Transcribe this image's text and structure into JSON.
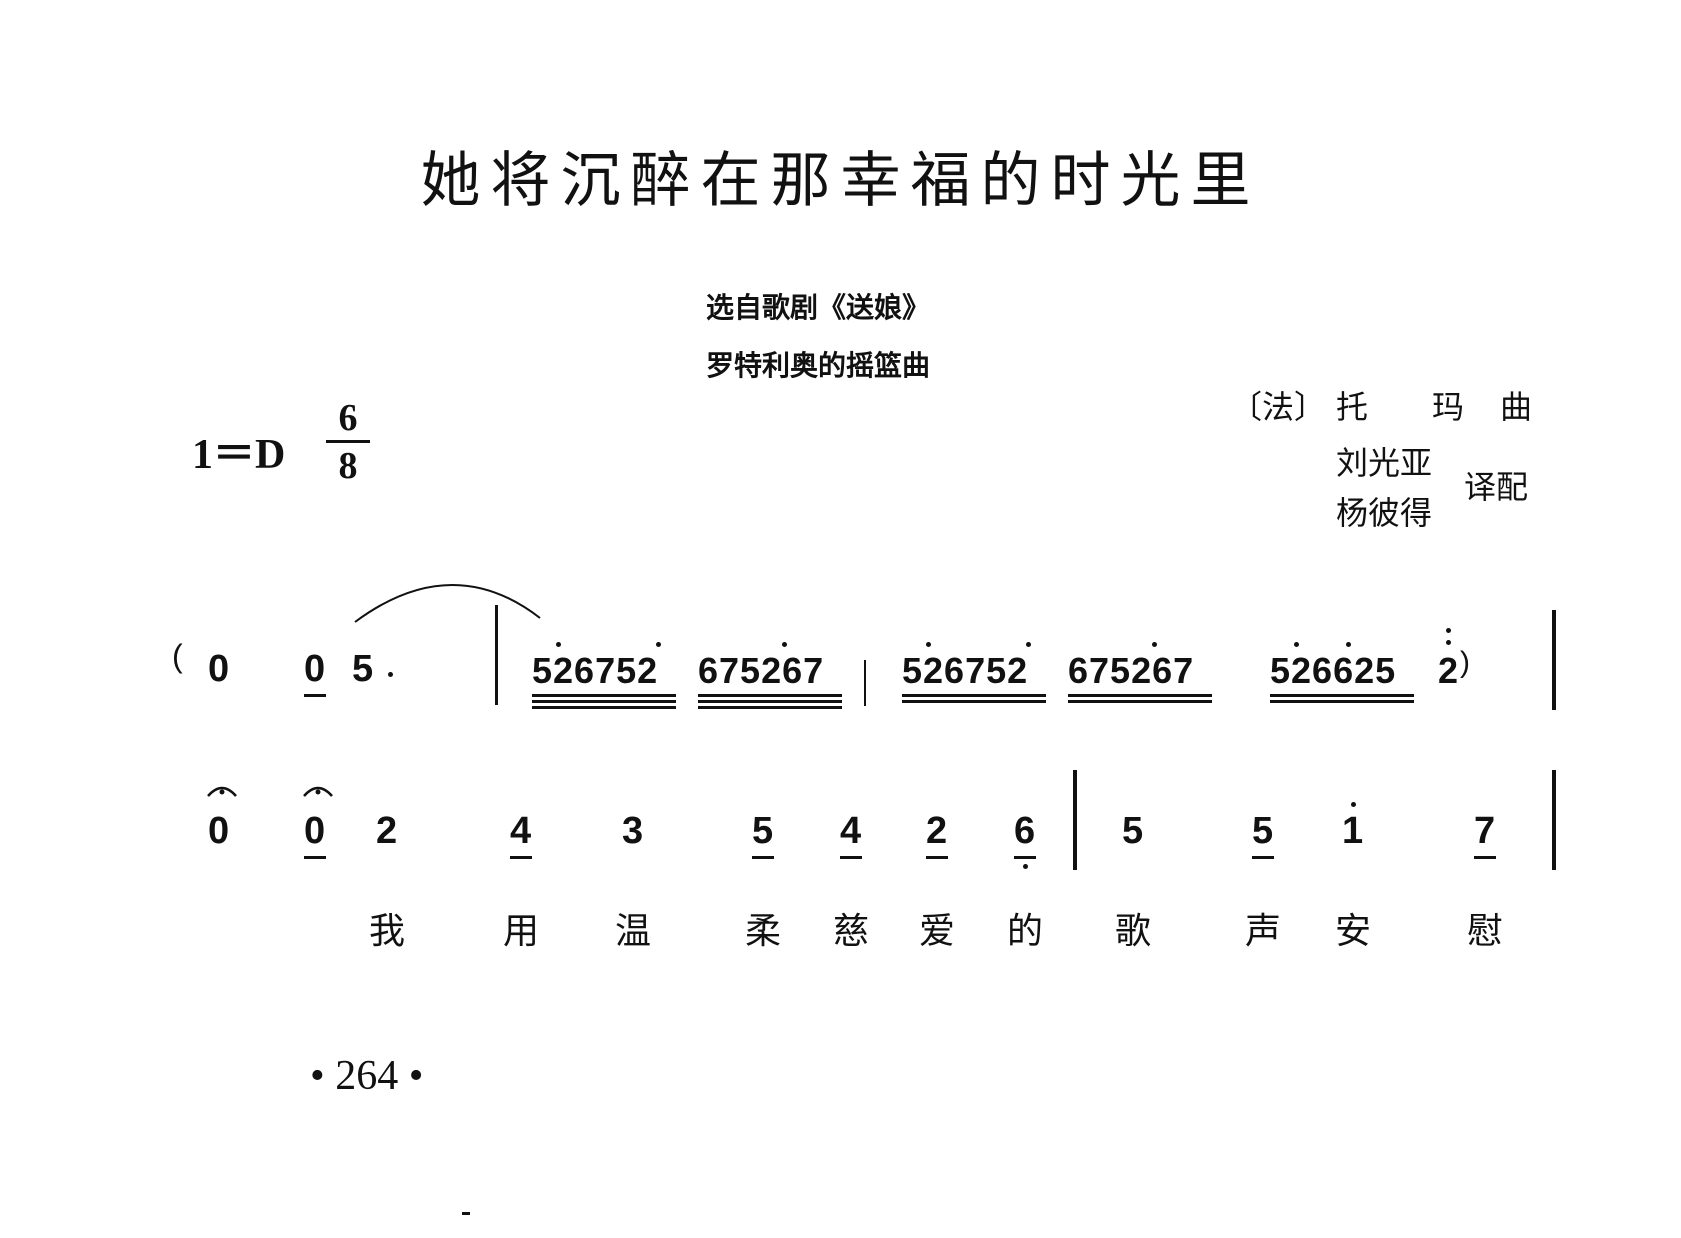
{
  "header": {
    "title": "她将沉醉在那幸福的时光里",
    "source": "选自歌剧《送娘》",
    "subtitle": "罗特利奥的摇篮曲"
  },
  "meta": {
    "key": "1＝D",
    "time_top": "6",
    "time_bottom": "8",
    "composer_prefix": "〔法〕",
    "composer_name": "托　　玛",
    "composer_suffix": "曲",
    "translator_1": "刘光亚",
    "translator_2": "杨彼得",
    "translator_role": "译配"
  },
  "staff_1": {
    "open_paren": "(",
    "notes": [
      "0",
      "0",
      "5"
    ],
    "runs": [
      "526752",
      "675267",
      "526752",
      "675267",
      "526625"
    ],
    "final_note": "2",
    "close_paren": ")"
  },
  "staff_2": {
    "notes": [
      "0",
      "0",
      "2",
      "4",
      "3",
      "5",
      "4",
      "2",
      "6",
      "5",
      "5",
      "1",
      "7"
    ]
  },
  "lyrics": [
    "我",
    "用",
    "温",
    "柔",
    "慈",
    "爱",
    "的",
    "歌",
    "声",
    "安",
    "慰"
  ],
  "footer": {
    "page_number": "• 264 •"
  }
}
